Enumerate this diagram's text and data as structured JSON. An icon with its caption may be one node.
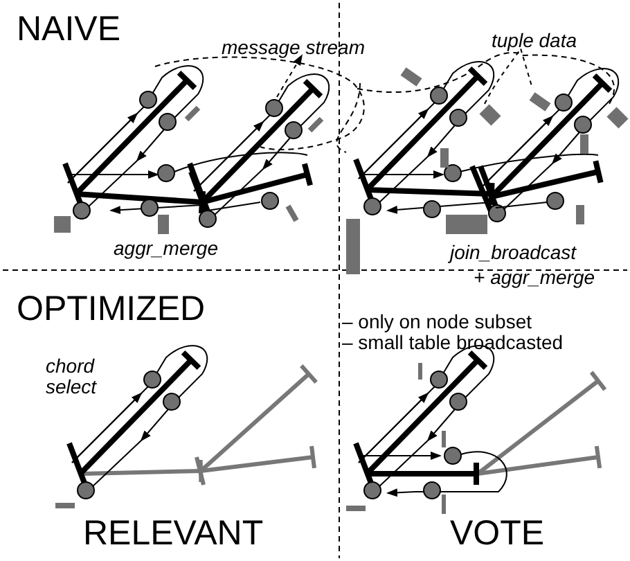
{
  "diagram": {
    "labels": [
      "NAIVE",
      "message stream",
      "tuple data",
      "aggr_merge",
      "join_broadcast",
      "+ aggr_merge",
      "OPTIMIZED",
      "– only on node subset",
      "– small table broadcasted",
      "chord select",
      "RELEVANT",
      "VOTE"
    ]
  }
}
